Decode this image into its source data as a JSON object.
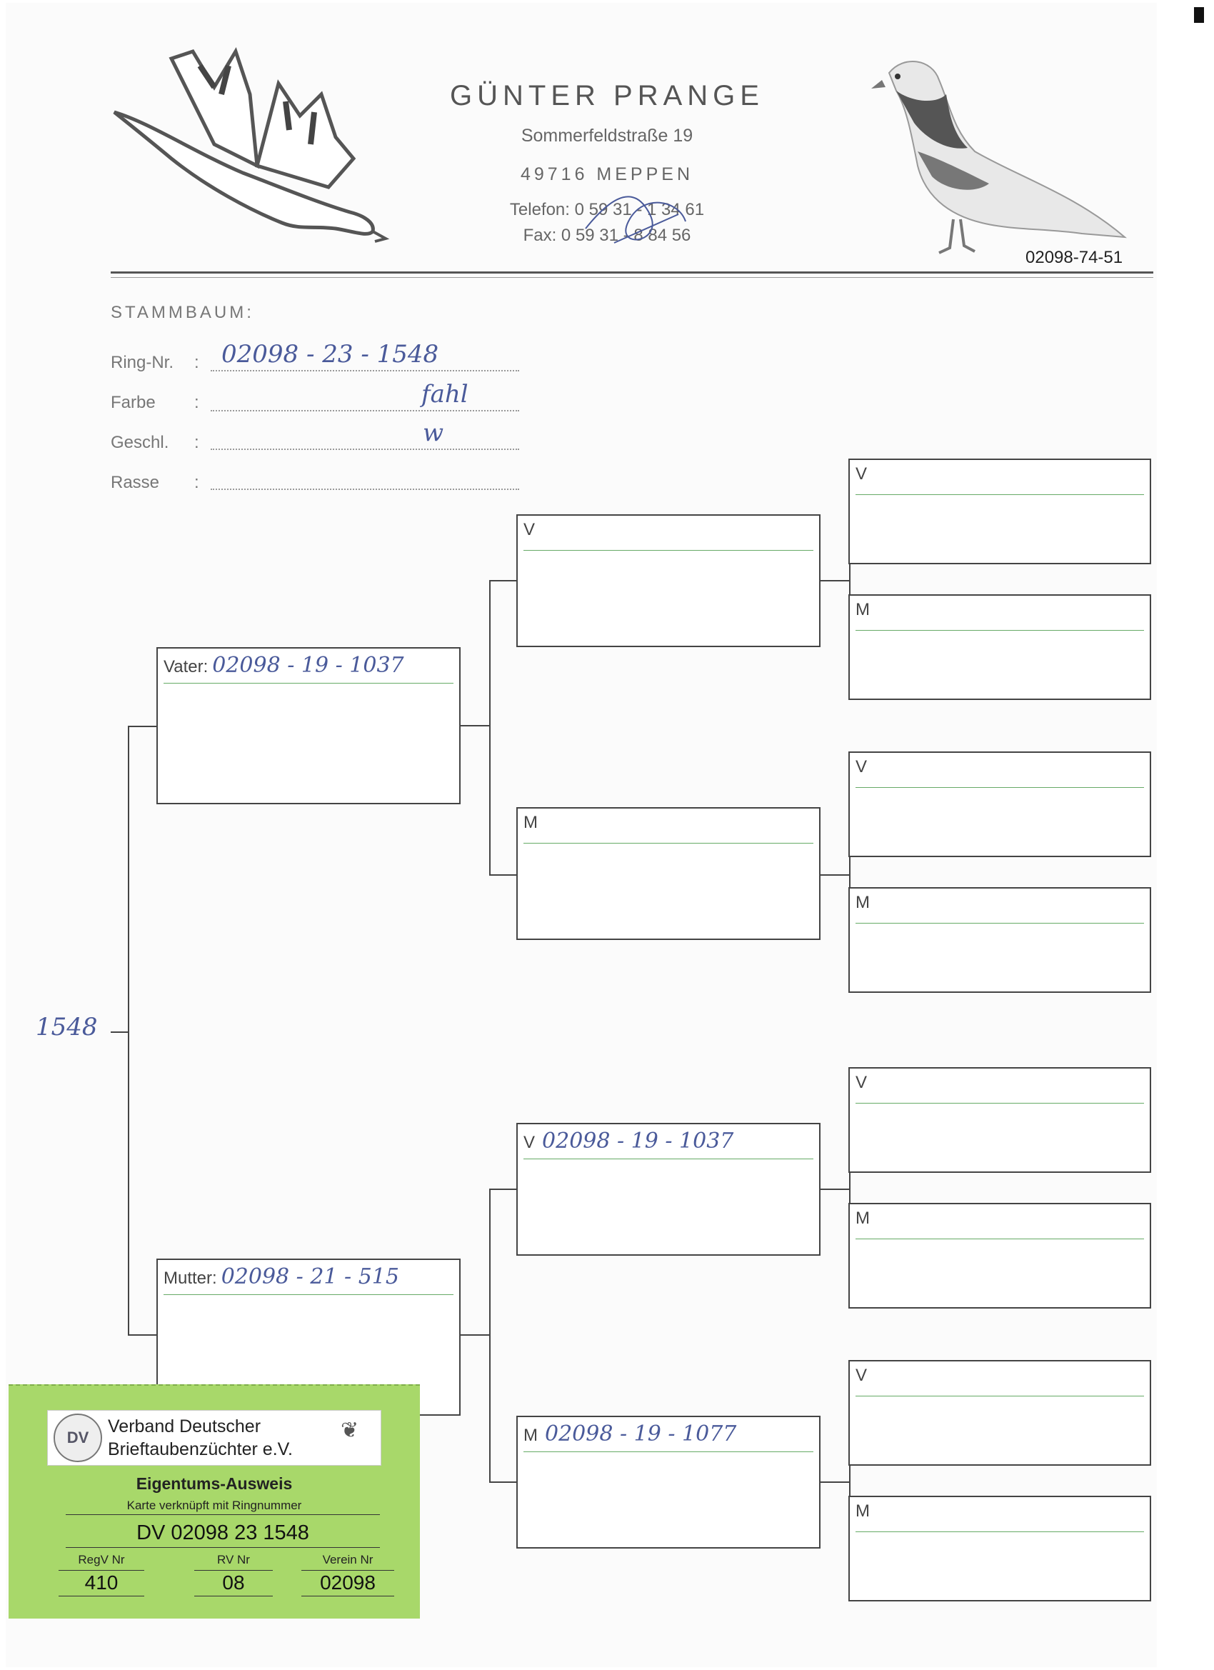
{
  "header": {
    "name": "GÜNTER PRANGE",
    "street": "Sommerfeldstraße 19",
    "city": "49716 MEPPEN",
    "phone": "Telefon: 0 59 31 - 1 34 61",
    "fax": "Fax: 0 59 31 - 8 84 56",
    "code": "02098-74-51"
  },
  "form": {
    "title": "STAMMBAUM:",
    "fields": [
      {
        "label": "Ring-Nr.",
        "value": "02098 - 23 - 1548"
      },
      {
        "label": "Farbe",
        "value": "fahl"
      },
      {
        "label": "Geschl.",
        "value": "w"
      },
      {
        "label": "Rasse",
        "value": ""
      }
    ]
  },
  "pedigree": {
    "subject_mark": "1548",
    "vater": {
      "label": "Vater:",
      "value": "02098 - 19 - 1037"
    },
    "mutter": {
      "label": "Mutter:",
      "value": "02098 - 21 - 515"
    },
    "gen2": [
      {
        "label": "V",
        "value": ""
      },
      {
        "label": "M",
        "value": ""
      },
      {
        "label": "V",
        "value": "02098 - 19 - 1037"
      },
      {
        "label": "M",
        "value": "02098 - 19 - 1077"
      }
    ],
    "gen3": [
      {
        "label": "V"
      },
      {
        "label": "M"
      },
      {
        "label": "V"
      },
      {
        "label": "M"
      },
      {
        "label": "V"
      },
      {
        "label": "M"
      },
      {
        "label": "V"
      },
      {
        "label": "M"
      }
    ]
  },
  "card": {
    "org_line1": "Verband Deutscher",
    "org_line2": "Brieftaubenzüchter e.V.",
    "title": "Eigentums-Ausweis",
    "subtitle": "Karte verknüpft mit Ringnummer",
    "ring": "DV 02098 23 1548",
    "regv_label": "RegV Nr",
    "regv": "410",
    "rv_label": "RV Nr",
    "rv": "08",
    "verein_label": "Verein Nr",
    "verein": "02098",
    "logo_text": "DV"
  },
  "colors": {
    "card_green": "#a8d86a",
    "handwriting": "#4a5a9a",
    "box_border": "#444444"
  }
}
